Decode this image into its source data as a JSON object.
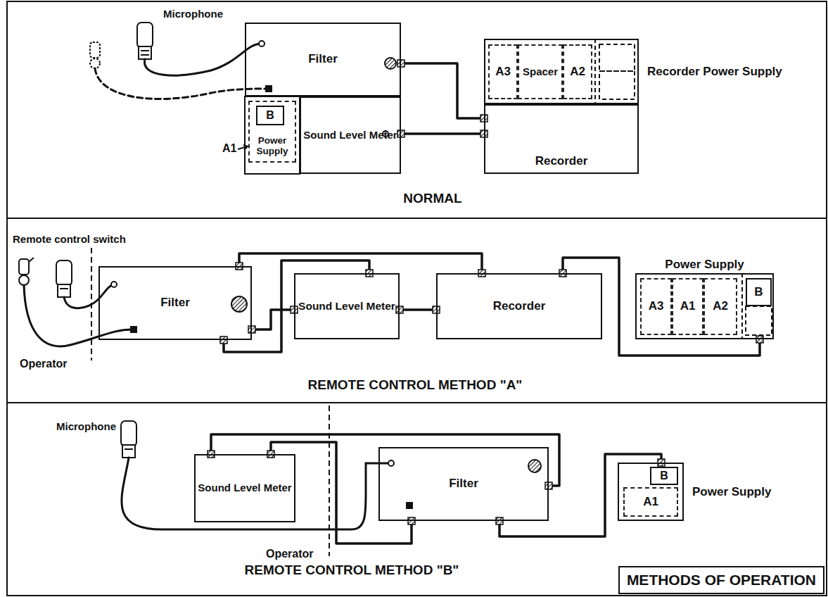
{
  "diagram": {
    "title": "METHODS OF OPERATION",
    "nodes": [
      {
        "text": [
          "Filter"
        ]
      },
      {
        "text": [
          "Power Supply"
        ]
      },
      {
        "text": [
          "B"
        ],
        "in": 1
      },
      {
        "text": [
          "Sound Level Meter"
        ]
      },
      {
        "text": [
          "Recorder Power Supply"
        ]
      },
      {
        "text": [
          "A3"
        ],
        "in": 4
      },
      {
        "text": [
          "Spacer"
        ],
        "in": 4
      },
      {
        "text": [
          "A2"
        ],
        "in": 4
      },
      {
        "text": [
          "Recorder"
        ]
      },
      {
        "text": [
          "Filter"
        ]
      },
      {
        "text": [
          "Sound Level Meter"
        ]
      },
      {
        "text": [
          "Recorder"
        ]
      },
      {
        "text": [
          "Power Supply"
        ]
      },
      {
        "text": [
          "A3"
        ],
        "in": 12
      },
      {
        "text": [
          "A1"
        ],
        "in": 12
      },
      {
        "text": [
          "A2"
        ],
        "in": 12
      },
      {
        "text": [
          "B"
        ],
        "in": 12
      },
      {
        "text": [
          "Sound Level Meter"
        ]
      },
      {
        "text": [
          "Filter"
        ]
      },
      {
        "text": [
          "Power Supply"
        ]
      },
      {
        "text": [
          "B"
        ],
        "in": 19
      },
      {
        "text": [
          "A1"
        ],
        "in": 19
      }
    ],
    "edges": [
      {
        "from": 0,
        "to": 8,
        "arrow": "none"
      },
      {
        "from": 3,
        "to": 8,
        "arrow": "none"
      },
      {
        "from": 9,
        "to": 11,
        "arrow": "none"
      },
      {
        "from": 9,
        "to": 10,
        "arrow": "none"
      },
      {
        "from": 9,
        "to": 10,
        "arrow": "none"
      },
      {
        "from": 10,
        "to": 11,
        "arrow": "none"
      },
      {
        "from": 11,
        "to": 12,
        "arrow": "none"
      },
      {
        "from": 17,
        "to": 18,
        "arrow": "none"
      },
      {
        "from": 17,
        "to": 18,
        "arrow": "none"
      },
      {
        "from": 18,
        "to": 19,
        "arrow": "none"
      }
    ],
    "labels": [
      "Microphone",
      "A1",
      "NORMAL",
      "Remote control switch",
      "Operator",
      "REMOTE CONTROL METHOD \"A\"",
      "Microphone",
      "Operator",
      "REMOTE CONTROL METHOD \"B\""
    ]
  }
}
